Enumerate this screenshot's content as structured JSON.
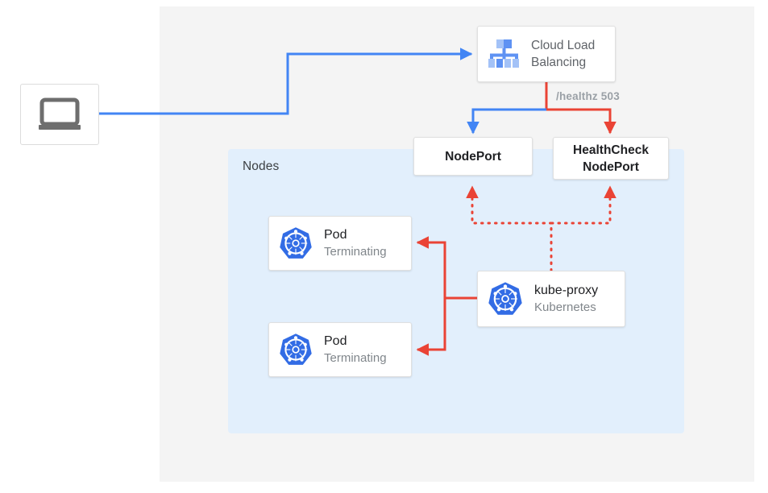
{
  "diagram": {
    "title": "Kubernetes externalTrafficPolicy health check diagram",
    "colors": {
      "blue": "#4285F4",
      "red": "#EA4335",
      "k8s_blue": "#326CE5",
      "panel_grey": "#f4f4f4",
      "nodes_blue": "#e2effc",
      "text_dark": "#202124",
      "text_grey": "#5f6368",
      "text_muted": "#80868b"
    },
    "regions": {
      "nodes_label": "Nodes"
    },
    "nodes": {
      "client": {
        "icon": "laptop-icon",
        "label": ""
      },
      "load_balancer": {
        "icon": "cloud-load-balancing-icon",
        "label": "Cloud Load\nBalancing"
      },
      "nodeport": {
        "label": "NodePort"
      },
      "healthcheck_nodeport": {
        "label": "HealthCheck\nNodePort"
      },
      "pod1": {
        "icon": "kubernetes-icon",
        "name": "Pod",
        "status": "Terminating"
      },
      "pod2": {
        "icon": "kubernetes-icon",
        "name": "Pod",
        "status": "Terminating"
      },
      "kube_proxy": {
        "icon": "kubernetes-icon",
        "name": "kube-proxy",
        "subtitle": "Kubernetes"
      }
    },
    "edges": {
      "healthz_label": "/healthz 503"
    }
  }
}
